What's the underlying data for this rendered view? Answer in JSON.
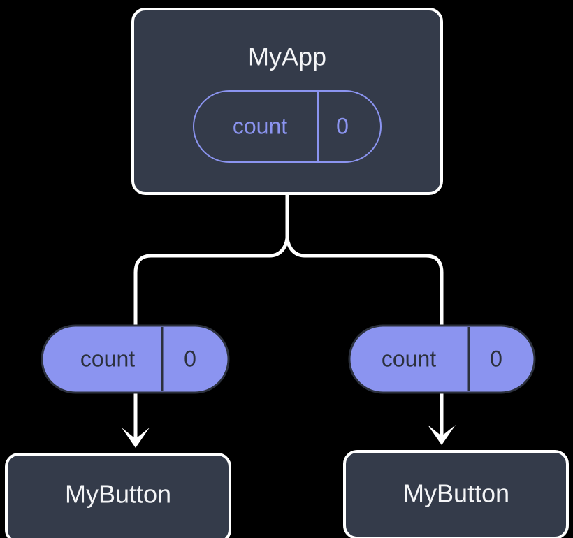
{
  "diagram": {
    "type": "component-tree",
    "background_color": "#000000",
    "palette": {
      "node_fill": "#343b4a",
      "node_border": "#ffffff",
      "node_text": "#f4f5f7",
      "badge_accent": "#8b94f0",
      "badge_filled_text": "#2c313d",
      "connector": "#ffffff"
    },
    "root": {
      "label": "MyApp",
      "badge": {
        "key": "count",
        "value": "0",
        "style": "outlined"
      }
    },
    "branches": [
      {
        "id": "left",
        "badge": {
          "key": "count",
          "value": "0",
          "style": "filled"
        },
        "child": {
          "label": "MyButton"
        }
      },
      {
        "id": "right",
        "badge": {
          "key": "count",
          "value": "0",
          "style": "filled"
        },
        "child": {
          "label": "MyButton"
        }
      }
    ]
  }
}
